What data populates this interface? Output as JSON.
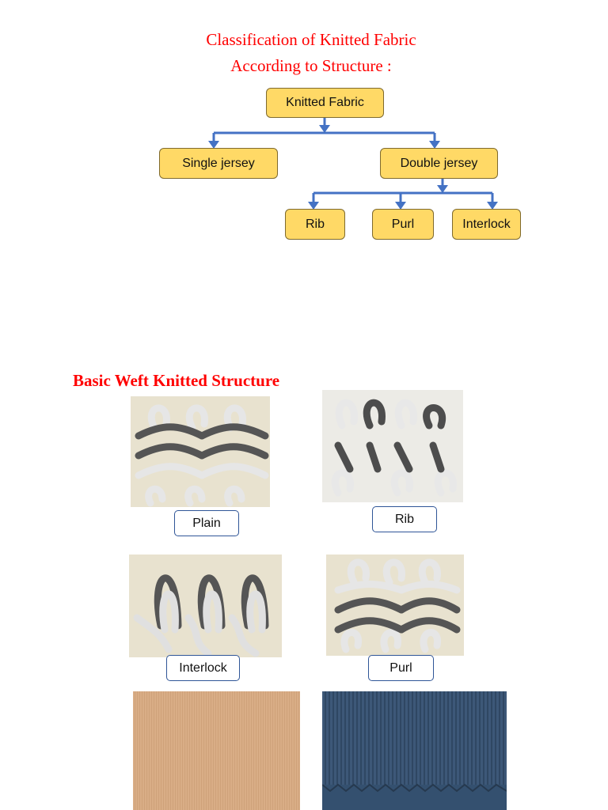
{
  "title": {
    "line1": "Classification of Knitted Fabric",
    "line2": "According to Structure :"
  },
  "tree": {
    "root": "Knitted Fabric",
    "single": "Single jersey",
    "double": "Double jersey",
    "rib": "Rib",
    "purl": "Purl",
    "interlock": "Interlock"
  },
  "section": {
    "title": "Basic Weft Knitted Structure"
  },
  "captions": {
    "plain": "Plain",
    "rib": "Rib",
    "interlock": "Interlock",
    "purl": "Purl"
  },
  "colors": {
    "node_fill": "#ffd966",
    "connector": "#4472c4",
    "title_red": "#ff0000",
    "fabric_tan": "#d8ab84",
    "fabric_blue": "#3b5676"
  }
}
